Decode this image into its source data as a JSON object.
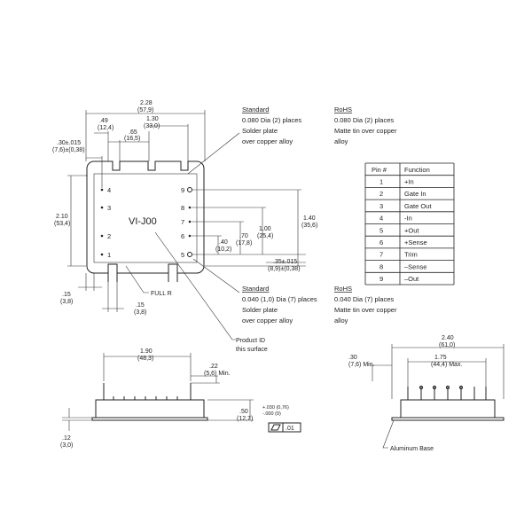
{
  "title": "",
  "product_label": "VI-J00",
  "top_view": {
    "width_in": "2.28",
    "width_mm": "(57,9)",
    "d1_in": ".49",
    "d1_mm": "(12,4)",
    "d2_in": ".65",
    "d2_mm": "(16,5)",
    "d3_in": "1.30",
    "d3_mm": "(33,0)",
    "left_in": ".30±.015",
    "left_mm": "(7,6)±(0,38)",
    "height_in": "2.10",
    "height_mm": "(53,4)",
    "bottom_in": ".15",
    "bottom_mm": "(3,8)",
    "bottom2_in": ".15",
    "bottom2_mm": "(3,8)",
    "r1_in": "1.40",
    "r1_mm": "(35,6)",
    "r2_in": "1.00",
    "r2_mm": "(25,4)",
    "r3_in": ".70",
    "r3_mm": "(17,8)",
    "r4_in": ".40",
    "r4_mm": "(10,2)",
    "r5_in": ".35±.015",
    "r5_mm": "(8,9)±(0,38)",
    "full_r": "FULL R",
    "product_id": [
      "Product ID",
      "this surface"
    ],
    "left_pins": [
      "4",
      "3",
      "2",
      "1"
    ],
    "right_pins": [
      "9",
      "8",
      "7",
      "6",
      "5"
    ]
  },
  "notes": {
    "top_standard": {
      "header": "Standard",
      "lines": [
        "0.080 Dia (2) places",
        "Solder plate",
        "over copper alloy"
      ]
    },
    "top_rohs": {
      "header": "RoHS",
      "lines": [
        "0.080 Dia (2) places",
        "Matte tin over copper",
        "alloy"
      ]
    },
    "mid_standard": {
      "header": "Standard",
      "lines": [
        "0.040 (1,0) Dia (7) places",
        "Solder plate",
        "over copper alloy"
      ]
    },
    "mid_rohs": {
      "header": "RoHS",
      "lines": [
        "0.040 Dia (7) places",
        "Matte tin over copper",
        "alloy"
      ]
    }
  },
  "pin_table": {
    "headers": [
      "Pin #",
      "Function"
    ],
    "rows": [
      [
        "1",
        "+In"
      ],
      [
        "2",
        "Gate In"
      ],
      [
        "3",
        "Gate Out"
      ],
      [
        "4",
        "-In"
      ],
      [
        "5",
        "+Out"
      ],
      [
        "6",
        "+Sense"
      ],
      [
        "7",
        "Trim"
      ],
      [
        "8",
        "–Sense"
      ],
      [
        "9",
        "–Out"
      ]
    ]
  },
  "side_view": {
    "w_in": "1.90",
    "w_mm": "(48,3)",
    "pin_in": ".22",
    "pin_mm": "(5,6) Min.",
    "h_in": ".50",
    "h_mm": "(12,7)",
    "tol_plus": "+.030 (0,76)",
    "tol_minus": "-.000 (0)",
    "flat": ".01",
    "base_in": ".12",
    "base_mm": "(3,0)"
  },
  "end_view": {
    "w_in": "2.40",
    "w_mm": "(61,0)",
    "pin_in": "1.75",
    "pin_mm": "(44,4) Max.",
    "left_in": ".30",
    "left_mm": "(7,6) Min.",
    "base_label": "Aluminum Base"
  }
}
